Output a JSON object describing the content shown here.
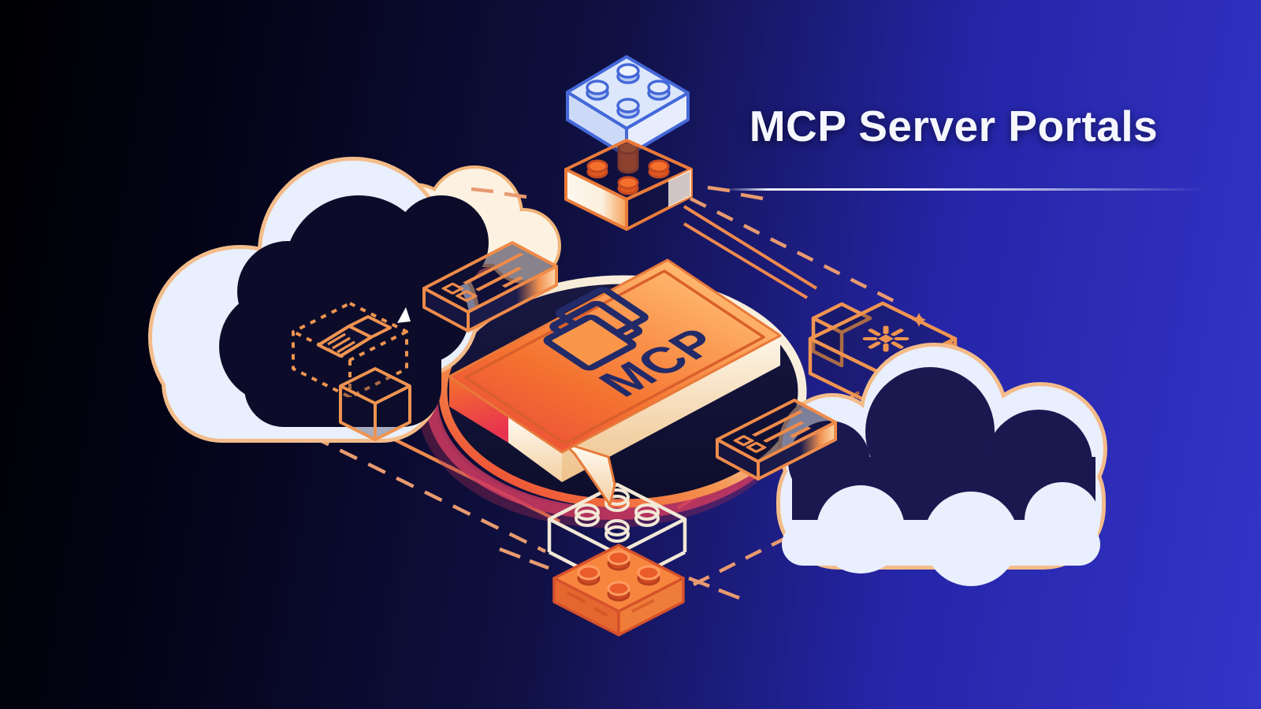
{
  "header": {
    "title": "MCP Server Portals"
  },
  "illustration": {
    "book_label": "MCP",
    "icons": [
      "blue-lego-brick-icon",
      "orange-lego-brick-icon",
      "portal-disc-icon",
      "mcp-book-icon",
      "cloud-icon-left",
      "cloud-icon-right",
      "cream-cloud-icon",
      "list-card-icon-left",
      "list-card-icon-right",
      "package-cube-dashed-icon",
      "cube-icon",
      "sparkle-chest-icon",
      "white-lego-brick-icon",
      "orange-lego-brick-bottom-icon"
    ]
  },
  "colors": {
    "background_start": "#000003",
    "background_end": "#3434c8",
    "accent_orange": "#ef8a4e",
    "deep_orange": "#f4722f",
    "salmon_dash": "#e89a70",
    "crimson": "#d4476b",
    "cream": "#f8efdd",
    "cloud_light": "#e9effc",
    "cloud_outline": "#f3bc8a",
    "navy_dark": "#10102f",
    "lego_blue_outline": "#4468d8",
    "lego_blue_fill": "#dfe8fb",
    "logo_navy": "#232a68"
  }
}
